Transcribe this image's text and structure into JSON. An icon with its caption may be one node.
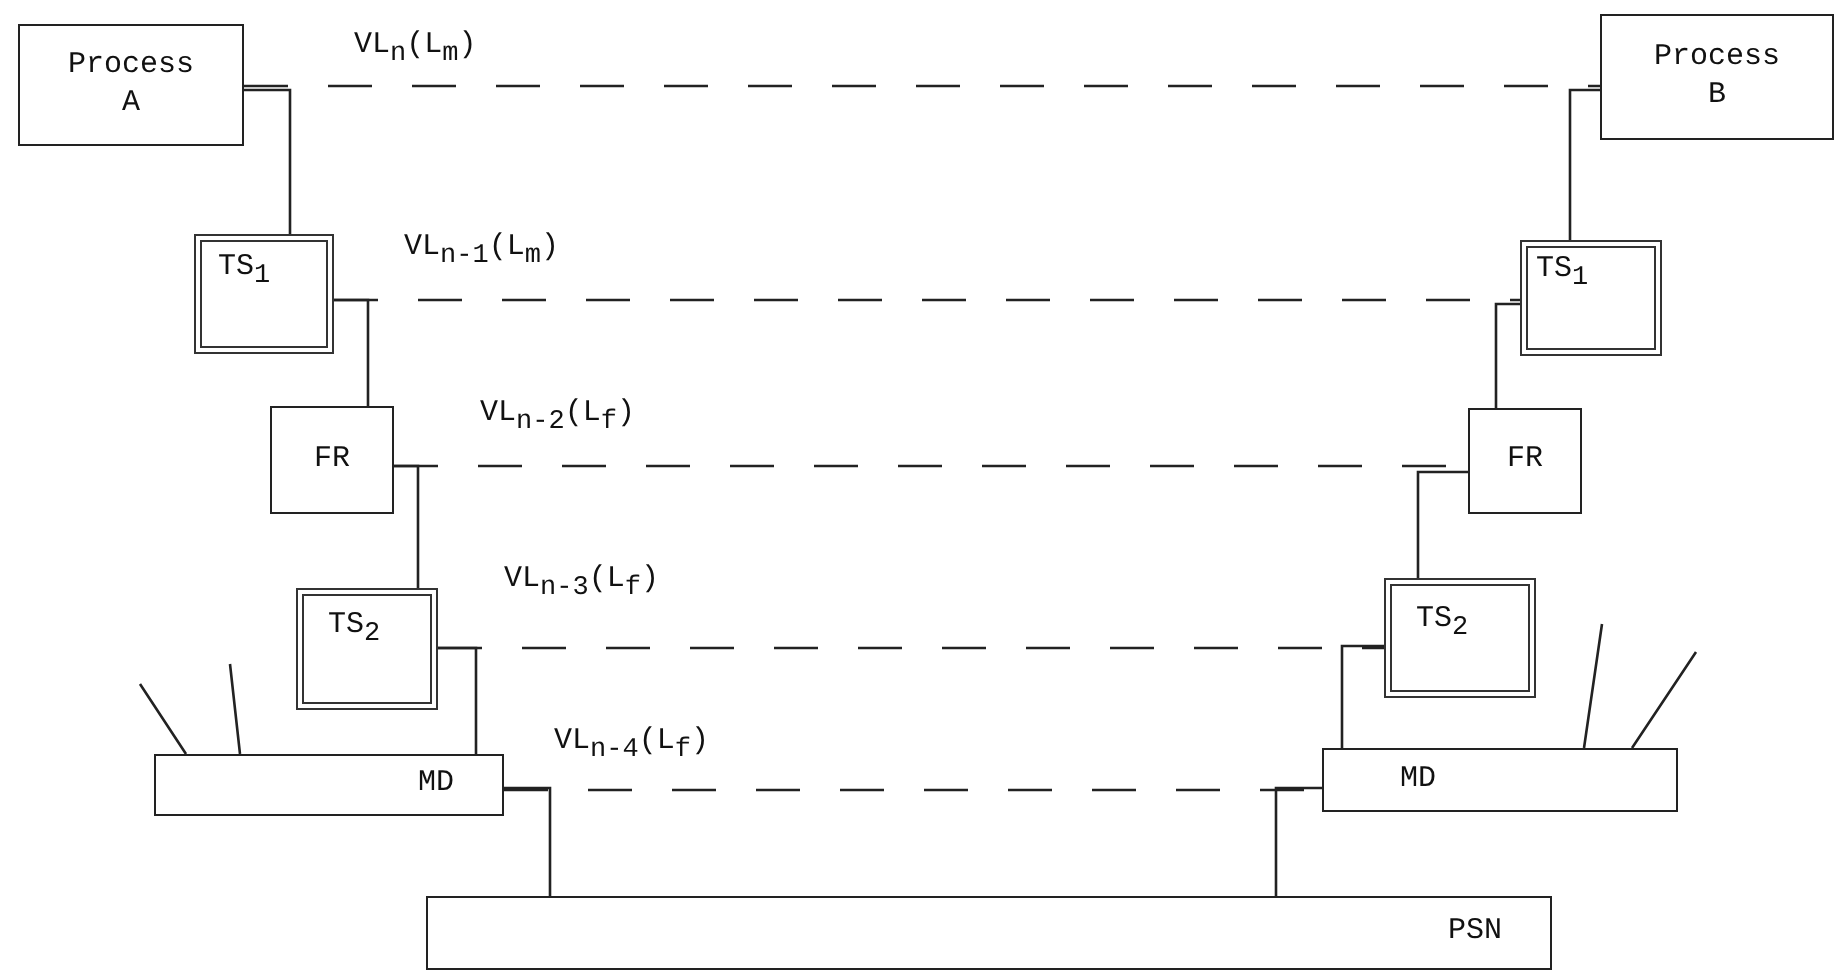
{
  "diagram": {
    "nodes": [
      {
        "text": [
          "Process A"
        ]
      },
      {
        "text": [
          "TS$_{1}$"
        ]
      },
      {
        "text": [
          "FR"
        ]
      },
      {
        "text": [
          "TS$_{2}$"
        ]
      },
      {
        "text": [
          "MD"
        ]
      },
      {
        "text": [
          "PSN"
        ]
      },
      {
        "text": [
          "Process B"
        ]
      },
      {
        "text": [
          "TS$_{1}$"
        ]
      },
      {
        "text": [
          "FR"
        ]
      },
      {
        "text": [
          "TS$_{2}$"
        ]
      },
      {
        "text": [
          "MD"
        ]
      }
    ],
    "edges": [
      {
        "from": 0,
        "to": 1,
        "arrow": "none"
      },
      {
        "from": 1,
        "to": 2,
        "arrow": "none"
      },
      {
        "from": 2,
        "to": 3,
        "arrow": "none"
      },
      {
        "from": 3,
        "to": 4,
        "arrow": "none"
      },
      {
        "from": 4,
        "to": 5,
        "arrow": "none"
      },
      {
        "from": 6,
        "to": 7,
        "arrow": "none"
      },
      {
        "from": 7,
        "to": 8,
        "arrow": "none"
      },
      {
        "from": 8,
        "to": 9,
        "arrow": "none"
      },
      {
        "from": 9,
        "to": 10,
        "arrow": "none"
      },
      {
        "from": 10,
        "to": 5,
        "arrow": "none"
      },
      {
        "from": 0,
        "to": 6,
        "arrow": "none",
        "style": "dashed",
        "label": "VL$_{n}$(L$_{m}$)"
      },
      {
        "from": 1,
        "to": 7,
        "arrow": "none",
        "style": "dashed",
        "label": "VL$_{n-1}$(L$_{m}$)"
      },
      {
        "from": 2,
        "to": 8,
        "arrow": "none",
        "style": "dashed",
        "label": "VL$_{n-2}$(L$_{f}$)"
      },
      {
        "from": 3,
        "to": 9,
        "arrow": "none",
        "style": "dashed",
        "label": "VL$_{n-3}$(L$_{f}$)"
      },
      {
        "from": 4,
        "to": 10,
        "arrow": "none",
        "style": "dashed",
        "label": "VL$_{n-4}$(L$_{f}$)"
      }
    ]
  }
}
